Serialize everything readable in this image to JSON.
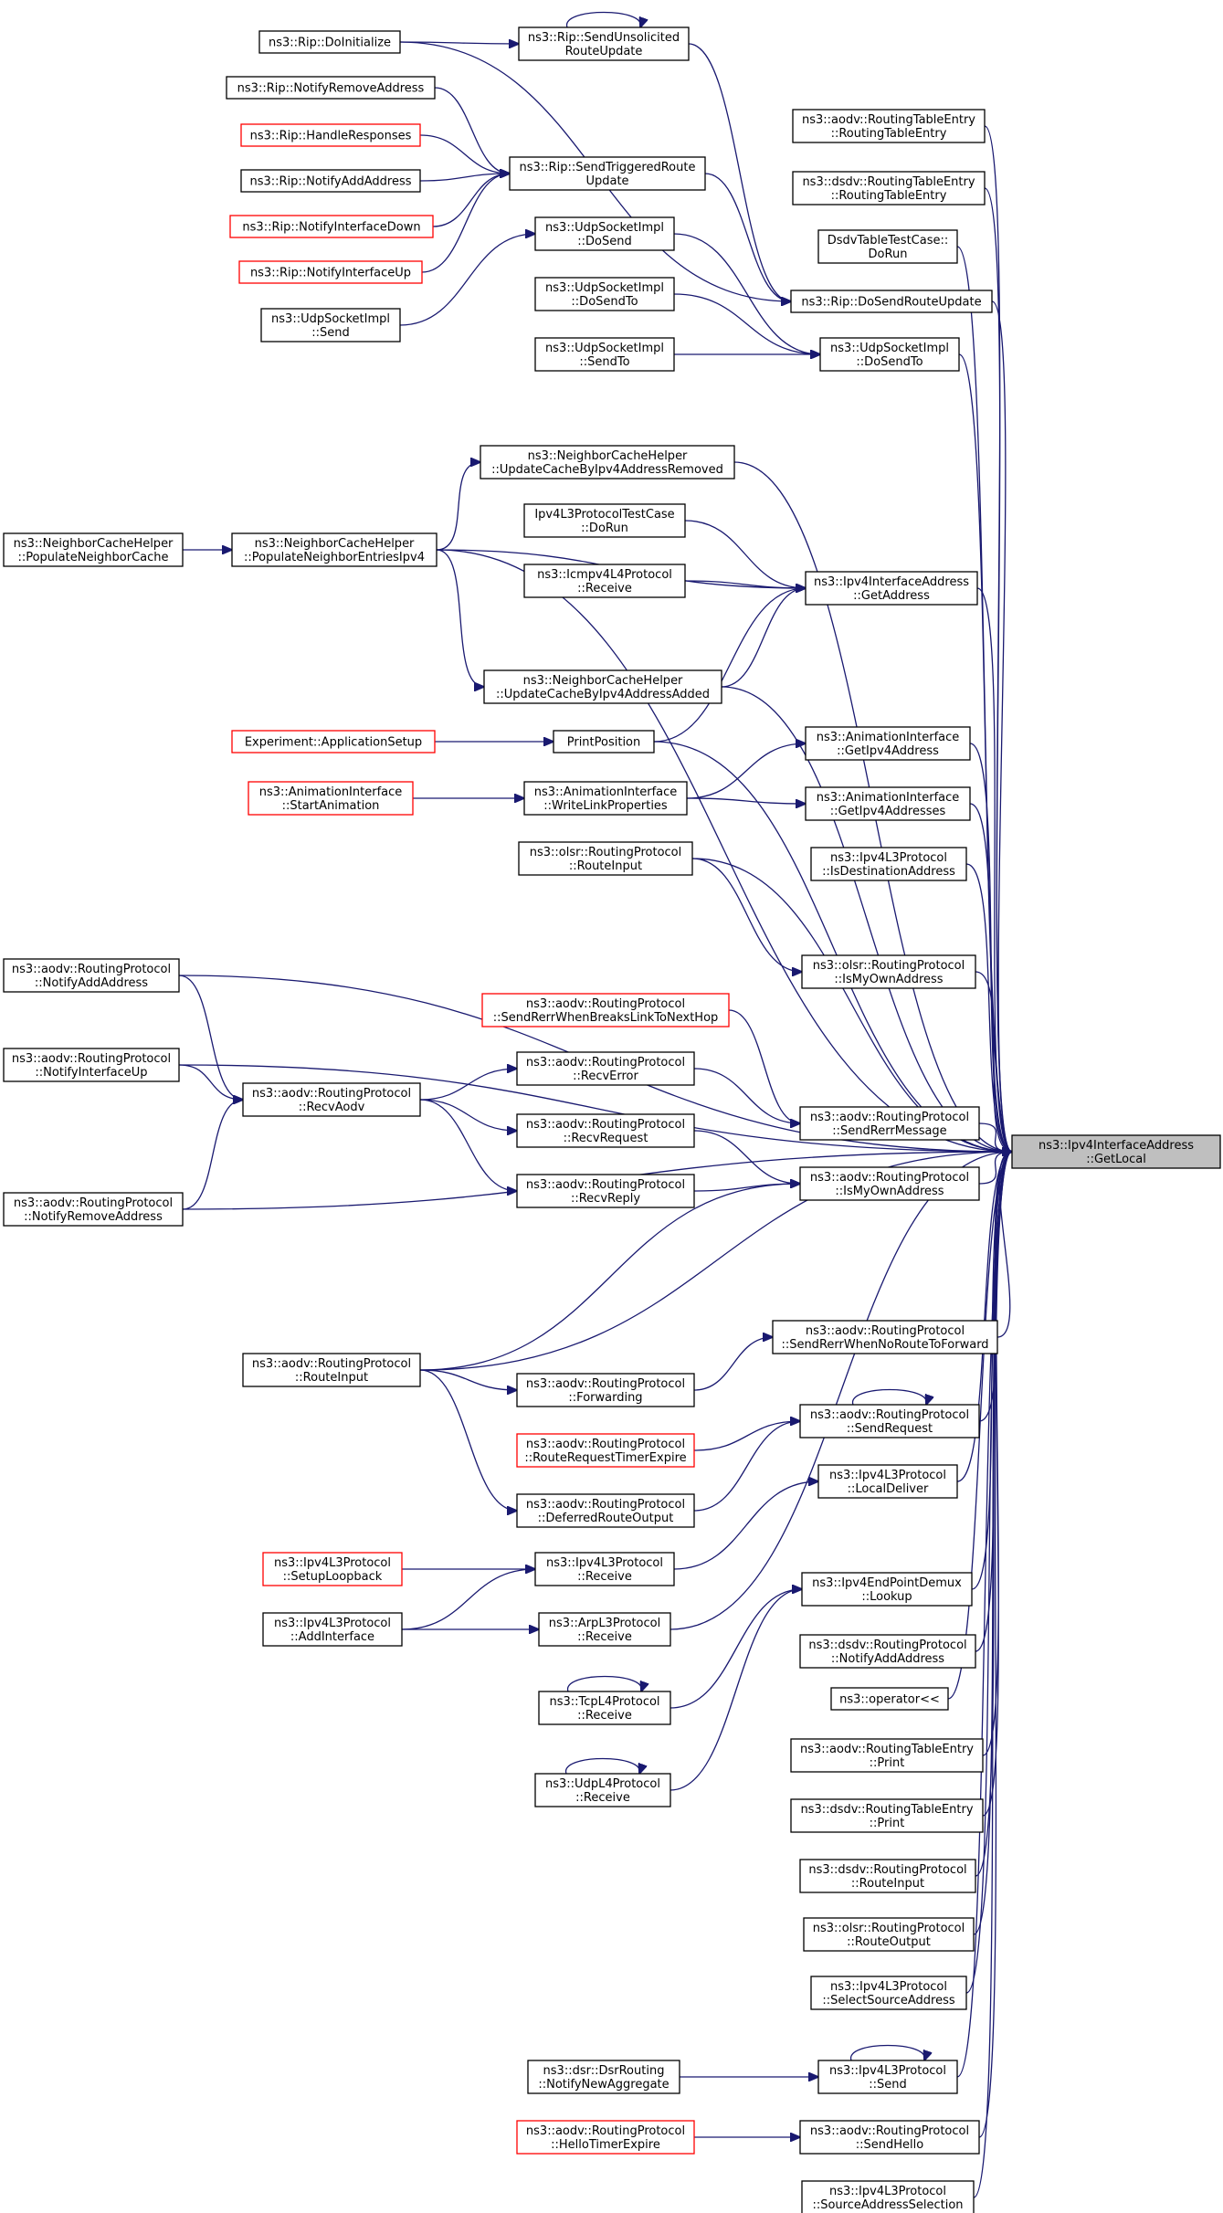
{
  "graph": {
    "target": "ns3::Ipv4InterfaceAddress::GetLocal",
    "nodes": [
      {
        "id": "target",
        "lines": [
          "ns3::Ipv4InterfaceAddress",
          "::GetLocal"
        ],
        "style": "target"
      },
      {
        "id": "n_rip_doinit",
        "lines": [
          "ns3::Rip::DoInitialize"
        ]
      },
      {
        "id": "n_rip_sendunsol",
        "lines": [
          "ns3::Rip::SendUnsolicited",
          "RouteUpdate"
        ]
      },
      {
        "id": "n_rip_notifyremove",
        "lines": [
          "ns3::Rip::NotifyRemoveAddress"
        ]
      },
      {
        "id": "n_rip_handle",
        "lines": [
          "ns3::Rip::HandleResponses"
        ],
        "style": "red"
      },
      {
        "id": "n_rip_sendtrig",
        "lines": [
          "ns3::Rip::SendTriggeredRoute",
          "Update"
        ]
      },
      {
        "id": "n_rip_notifyadd",
        "lines": [
          "ns3::Rip::NotifyAddAddress"
        ]
      },
      {
        "id": "n_rip_ifdown",
        "lines": [
          "ns3::Rip::NotifyInterfaceDown"
        ],
        "style": "red"
      },
      {
        "id": "n_rip_ifup",
        "lines": [
          "ns3::Rip::NotifyInterfaceUp"
        ],
        "style": "red"
      },
      {
        "id": "n_udp_dosend",
        "lines": [
          "ns3::UdpSocketImpl",
          "::DoSend"
        ]
      },
      {
        "id": "n_udp_send",
        "lines": [
          "ns3::UdpSocketImpl",
          "::Send"
        ]
      },
      {
        "id": "n_udp_dosendto_a",
        "lines": [
          "ns3::UdpSocketImpl",
          "::DoSendTo"
        ]
      },
      {
        "id": "n_udp_sendto",
        "lines": [
          "ns3::UdpSocketImpl",
          "::SendTo"
        ]
      },
      {
        "id": "n_udp_dosendto_b",
        "lines": [
          "ns3::UdpSocketImpl",
          "::DoSendTo"
        ]
      },
      {
        "id": "n_rip_dosendroute",
        "lines": [
          "ns3::Rip::DoSendRouteUpdate"
        ]
      },
      {
        "id": "n_aodv_rte",
        "lines": [
          "ns3::aodv::RoutingTableEntry",
          "::RoutingTableEntry"
        ]
      },
      {
        "id": "n_dsdv_rte",
        "lines": [
          "ns3::dsdv::RoutingTableEntry",
          "::RoutingTableEntry"
        ]
      },
      {
        "id": "n_dsdv_test",
        "lines": [
          "DsdvTableTestCase::",
          "DoRun"
        ]
      },
      {
        "id": "n_nch_removed",
        "lines": [
          "ns3::NeighborCacheHelper",
          "::UpdateCacheByIpv4AddressRemoved"
        ]
      },
      {
        "id": "n_nch_populate_cache",
        "lines": [
          "ns3::NeighborCacheHelper",
          "::PopulateNeighborCache"
        ]
      },
      {
        "id": "n_nch_populate_entries",
        "lines": [
          "ns3::NeighborCacheHelper",
          "::PopulateNeighborEntriesIpv4"
        ]
      },
      {
        "id": "n_ipv4l3_test",
        "lines": [
          "Ipv4L3ProtocolTestCase",
          "::DoRun"
        ]
      },
      {
        "id": "n_icmp_receive",
        "lines": [
          "ns3::Icmpv4L4Protocol",
          "::Receive"
        ]
      },
      {
        "id": "n_ifaddr_getaddr",
        "lines": [
          "ns3::Ipv4InterfaceAddress",
          "::GetAddress"
        ]
      },
      {
        "id": "n_nch_added",
        "lines": [
          "ns3::NeighborCacheHelper",
          "::UpdateCacheByIpv4AddressAdded"
        ]
      },
      {
        "id": "n_exp_appsetup",
        "lines": [
          "Experiment::ApplicationSetup"
        ],
        "style": "red"
      },
      {
        "id": "n_printpos",
        "lines": [
          "PrintPosition"
        ]
      },
      {
        "id": "n_anim_getipv4",
        "lines": [
          "ns3::AnimationInterface",
          "::GetIpv4Address"
        ]
      },
      {
        "id": "n_anim_start",
        "lines": [
          "ns3::AnimationInterface",
          "::StartAnimation"
        ],
        "style": "red"
      },
      {
        "id": "n_anim_writelink",
        "lines": [
          "ns3::AnimationInterface",
          "::WriteLinkProperties"
        ]
      },
      {
        "id": "n_anim_getipv4s",
        "lines": [
          "ns3::AnimationInterface",
          "::GetIpv4Addresses"
        ]
      },
      {
        "id": "n_olsr_routeinput",
        "lines": [
          "ns3::olsr::RoutingProtocol",
          "::RouteInput"
        ]
      },
      {
        "id": "n_ipv4l3_isdest",
        "lines": [
          "ns3::Ipv4L3Protocol",
          "::IsDestinationAddress"
        ]
      },
      {
        "id": "n_olsr_ismyown",
        "lines": [
          "ns3::olsr::RoutingProtocol",
          "::IsMyOwnAddress"
        ]
      },
      {
        "id": "n_aodv_notifyadd",
        "lines": [
          "ns3::aodv::RoutingProtocol",
          "::NotifyAddAddress"
        ]
      },
      {
        "id": "n_aodv_sendrerrbreak",
        "lines": [
          "ns3::aodv::RoutingProtocol",
          "::SendRerrWhenBreaksLinkToNextHop"
        ],
        "style": "red"
      },
      {
        "id": "n_aodv_ifup",
        "lines": [
          "ns3::aodv::RoutingProtocol",
          "::NotifyInterfaceUp"
        ]
      },
      {
        "id": "n_aodv_recvaodv",
        "lines": [
          "ns3::aodv::RoutingProtocol",
          "::RecvAodv"
        ]
      },
      {
        "id": "n_aodv_recverror",
        "lines": [
          "ns3::aodv::RoutingProtocol",
          "::RecvError"
        ]
      },
      {
        "id": "n_aodv_sendrerrmsg",
        "lines": [
          "ns3::aodv::RoutingProtocol",
          "::SendRerrMessage"
        ]
      },
      {
        "id": "n_aodv_recvrequest",
        "lines": [
          "ns3::aodv::RoutingProtocol",
          "::RecvRequest"
        ]
      },
      {
        "id": "n_aodv_notifyremove",
        "lines": [
          "ns3::aodv::RoutingProtocol",
          "::NotifyRemoveAddress"
        ]
      },
      {
        "id": "n_aodv_recvreply",
        "lines": [
          "ns3::aodv::RoutingProtocol",
          "::RecvReply"
        ]
      },
      {
        "id": "n_aodv_ismyown",
        "lines": [
          "ns3::aodv::RoutingProtocol",
          "::IsMyOwnAddress"
        ]
      },
      {
        "id": "n_aodv_sendrerrnoroute",
        "lines": [
          "ns3::aodv::RoutingProtocol",
          "::SendRerrWhenNoRouteToForward"
        ]
      },
      {
        "id": "n_aodv_routeinput",
        "lines": [
          "ns3::aodv::RoutingProtocol",
          "::RouteInput"
        ]
      },
      {
        "id": "n_aodv_forwarding",
        "lines": [
          "ns3::aodv::RoutingProtocol",
          "::Forwarding"
        ]
      },
      {
        "id": "n_aodv_sendrequest",
        "lines": [
          "ns3::aodv::RoutingProtocol",
          "::SendRequest"
        ]
      },
      {
        "id": "n_aodv_rreqtimer",
        "lines": [
          "ns3::aodv::RoutingProtocol",
          "::RouteRequestTimerExpire"
        ],
        "style": "red"
      },
      {
        "id": "n_ipv4l3_localdeliver",
        "lines": [
          "ns3::Ipv4L3Protocol",
          "::LocalDeliver"
        ]
      },
      {
        "id": "n_aodv_deferred",
        "lines": [
          "ns3::aodv::RoutingProtocol",
          "::DeferredRouteOutput"
        ]
      },
      {
        "id": "n_ipv4l3_setuploop",
        "lines": [
          "ns3::Ipv4L3Protocol",
          "::SetupLoopback"
        ],
        "style": "red"
      },
      {
        "id": "n_ipv4l3_receive",
        "lines": [
          "ns3::Ipv4L3Protocol",
          "::Receive"
        ]
      },
      {
        "id": "n_ipv4ep_lookup",
        "lines": [
          "ns3::Ipv4EndPointDemux",
          "::Lookup"
        ]
      },
      {
        "id": "n_ipv4l3_addif",
        "lines": [
          "ns3::Ipv4L3Protocol",
          "::AddInterface"
        ]
      },
      {
        "id": "n_arpl3_receive",
        "lines": [
          "ns3::ArpL3Protocol",
          "::Receive"
        ]
      },
      {
        "id": "n_dsdv_notifyadd",
        "lines": [
          "ns3::dsdv::RoutingProtocol",
          "::NotifyAddAddress"
        ]
      },
      {
        "id": "n_tcpl4_receive",
        "lines": [
          "ns3::TcpL4Protocol",
          "::Receive"
        ]
      },
      {
        "id": "n_operator",
        "lines": [
          "ns3::operator<<"
        ]
      },
      {
        "id": "n_udpl4_receive",
        "lines": [
          "ns3::UdpL4Protocol",
          "::Receive"
        ]
      },
      {
        "id": "n_aodv_rte_print",
        "lines": [
          "ns3::aodv::RoutingTableEntry",
          "::Print"
        ]
      },
      {
        "id": "n_dsdv_rte_print",
        "lines": [
          "ns3::dsdv::RoutingTableEntry",
          "::Print"
        ]
      },
      {
        "id": "n_dsdv_routeinput",
        "lines": [
          "ns3::dsdv::RoutingProtocol",
          "::RouteInput"
        ]
      },
      {
        "id": "n_olsr_routeoutput",
        "lines": [
          "ns3::olsr::RoutingProtocol",
          "::RouteOutput"
        ]
      },
      {
        "id": "n_ipv4l3_selectsrc",
        "lines": [
          "ns3::Ipv4L3Protocol",
          "::SelectSourceAddress"
        ]
      },
      {
        "id": "n_dsr_notifynewagg",
        "lines": [
          "ns3::dsr::DsrRouting",
          "::NotifyNewAggregate"
        ]
      },
      {
        "id": "n_ipv4l3_send",
        "lines": [
          "ns3::Ipv4L3Protocol",
          "::Send"
        ]
      },
      {
        "id": "n_aodv_hellotimer",
        "lines": [
          "ns3::aodv::RoutingProtocol",
          "::HelloTimerExpire"
        ],
        "style": "red"
      },
      {
        "id": "n_aodv_sendhello",
        "lines": [
          "ns3::aodv::RoutingProtocol",
          "::SendHello"
        ]
      },
      {
        "id": "n_ipv4l3_srcaddrsel",
        "lines": [
          "ns3::Ipv4L3Protocol",
          "::SourceAddressSelection"
        ]
      }
    ],
    "edges": [
      [
        "n_rip_doinit",
        "n_rip_sendunsol"
      ],
      [
        "n_rip_doinit",
        "n_rip_dosendroute"
      ],
      [
        "n_rip_sendunsol",
        "n_rip_sendunsol"
      ],
      [
        "n_rip_sendunsol",
        "n_rip_dosendroute"
      ],
      [
        "n_rip_notifyremove",
        "n_rip_sendtrig"
      ],
      [
        "n_rip_handle",
        "n_rip_sendtrig"
      ],
      [
        "n_rip_notifyadd",
        "n_rip_sendtrig"
      ],
      [
        "n_rip_ifdown",
        "n_rip_sendtrig"
      ],
      [
        "n_rip_ifup",
        "n_rip_sendtrig"
      ],
      [
        "n_rip_sendtrig",
        "n_rip_dosendroute"
      ],
      [
        "n_udp_send",
        "n_udp_dosend"
      ],
      [
        "n_udp_dosend",
        "n_udp_dosendto_b"
      ],
      [
        "n_udp_dosendto_a",
        "n_udp_dosendto_b"
      ],
      [
        "n_udp_sendto",
        "n_udp_dosendto_b"
      ],
      [
        "n_nch_populate_cache",
        "n_nch_populate_entries"
      ],
      [
        "n_nch_populate_entries",
        "n_nch_removed"
      ],
      [
        "n_nch_populate_entries",
        "n_nch_added"
      ],
      [
        "n_nch_populate_entries",
        "n_ifaddr_getaddr"
      ],
      [
        "n_ipv4l3_test",
        "n_ifaddr_getaddr"
      ],
      [
        "n_icmp_receive",
        "n_ifaddr_getaddr"
      ],
      [
        "n_nch_added",
        "n_ifaddr_getaddr"
      ],
      [
        "n_printpos",
        "n_ifaddr_getaddr"
      ],
      [
        "n_exp_appsetup",
        "n_printpos"
      ],
      [
        "n_anim_start",
        "n_anim_writelink"
      ],
      [
        "n_anim_writelink",
        "n_anim_getipv4"
      ],
      [
        "n_anim_writelink",
        "n_anim_getipv4s"
      ],
      [
        "n_olsr_routeinput",
        "n_olsr_ismyown"
      ],
      [
        "n_aodv_notifyadd",
        "n_aodv_recvaodv"
      ],
      [
        "n_aodv_ifup",
        "n_aodv_recvaodv"
      ],
      [
        "n_aodv_notifyremove",
        "n_aodv_recvaodv"
      ],
      [
        "n_aodv_recvaodv",
        "n_aodv_recverror"
      ],
      [
        "n_aodv_recvaodv",
        "n_aodv_recvrequest"
      ],
      [
        "n_aodv_recvaodv",
        "n_aodv_recvreply"
      ],
      [
        "n_aodv_recverror",
        "n_aodv_sendrerrmsg"
      ],
      [
        "n_aodv_sendrerrbreak",
        "n_aodv_sendrerrmsg"
      ],
      [
        "n_aodv_recvrequest",
        "n_aodv_ismyown"
      ],
      [
        "n_aodv_recvreply",
        "n_aodv_ismyown"
      ],
      [
        "n_aodv_routeinput",
        "n_aodv_ismyown"
      ],
      [
        "n_aodv_routeinput",
        "n_aodv_forwarding"
      ],
      [
        "n_aodv_routeinput",
        "n_aodv_deferred"
      ],
      [
        "n_aodv_forwarding",
        "n_aodv_sendrerrnoroute"
      ],
      [
        "n_aodv_rreqtimer",
        "n_aodv_sendrequest"
      ],
      [
        "n_aodv_deferred",
        "n_aodv_sendrequest"
      ],
      [
        "n_aodv_sendrequest",
        "n_aodv_sendrequest"
      ],
      [
        "n_ipv4l3_receive",
        "n_ipv4l3_localdeliver"
      ],
      [
        "n_ipv4l3_setuploop",
        "n_ipv4l3_receive"
      ],
      [
        "n_ipv4l3_addif",
        "n_ipv4l3_receive"
      ],
      [
        "n_ipv4l3_addif",
        "n_arpl3_receive"
      ],
      [
        "n_tcpl4_receive",
        "n_ipv4ep_lookup"
      ],
      [
        "n_udpl4_receive",
        "n_ipv4ep_lookup"
      ],
      [
        "n_tcpl4_receive",
        "n_tcpl4_receive"
      ],
      [
        "n_udpl4_receive",
        "n_udpl4_receive"
      ],
      [
        "n_dsr_notifynewagg",
        "n_ipv4l3_send"
      ],
      [
        "n_ipv4l3_send",
        "n_ipv4l3_send"
      ],
      [
        "n_aodv_hellotimer",
        "n_aodv_sendhello"
      ],
      [
        "n_rip_dosendroute",
        "target"
      ],
      [
        "n_udp_dosendto_b",
        "target"
      ],
      [
        "n_aodv_rte",
        "target"
      ],
      [
        "n_dsdv_rte",
        "target"
      ],
      [
        "n_dsdv_test",
        "target"
      ],
      [
        "n_nch_removed",
        "target"
      ],
      [
        "n_nch_populate_entries",
        "target"
      ],
      [
        "n_ifaddr_getaddr",
        "target"
      ],
      [
        "n_nch_added",
        "target"
      ],
      [
        "n_printpos",
        "target"
      ],
      [
        "n_anim_getipv4",
        "target"
      ],
      [
        "n_anim_getipv4s",
        "target"
      ],
      [
        "n_olsr_routeinput",
        "target"
      ],
      [
        "n_ipv4l3_isdest",
        "target"
      ],
      [
        "n_olsr_ismyown",
        "target"
      ],
      [
        "n_aodv_notifyadd",
        "target"
      ],
      [
        "n_aodv_ifup",
        "target"
      ],
      [
        "n_aodv_sendrerrmsg",
        "target"
      ],
      [
        "n_aodv_ismyown",
        "target"
      ],
      [
        "n_aodv_notifyremove",
        "target"
      ],
      [
        "n_aodv_routeinput",
        "target"
      ],
      [
        "n_aodv_sendrerrnoroute",
        "target"
      ],
      [
        "n_aodv_sendrequest",
        "target"
      ],
      [
        "n_ipv4l3_localdeliver",
        "target"
      ],
      [
        "n_ipv4ep_lookup",
        "target"
      ],
      [
        "n_arpl3_receive",
        "target"
      ],
      [
        "n_dsdv_notifyadd",
        "target"
      ],
      [
        "n_operator",
        "target"
      ],
      [
        "n_aodv_rte_print",
        "target"
      ],
      [
        "n_dsdv_rte_print",
        "target"
      ],
      [
        "n_dsdv_routeinput",
        "target"
      ],
      [
        "n_olsr_routeoutput",
        "target"
      ],
      [
        "n_ipv4l3_selectsrc",
        "target"
      ],
      [
        "n_ipv4l3_send",
        "target"
      ],
      [
        "n_aodv_sendhello",
        "target"
      ],
      [
        "n_ipv4l3_srcaddrsel",
        "target"
      ]
    ]
  }
}
